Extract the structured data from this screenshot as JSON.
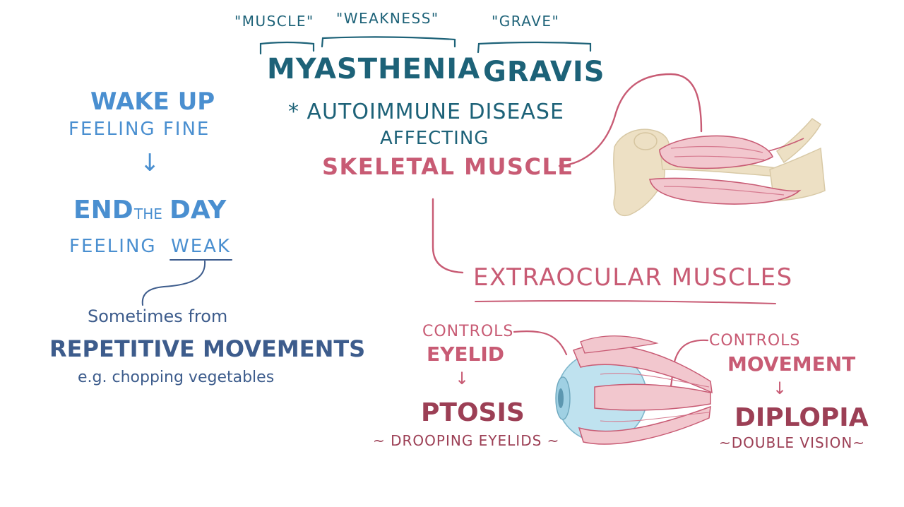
{
  "colors": {
    "teal": "#1d6278",
    "blue": "#4a8fd0",
    "navy": "#3d5c8c",
    "rose": "#c85b74",
    "wine": "#9c3f55",
    "bone": "#ede0c4",
    "muscle": "#f2c7ce",
    "eye": "#bfe2ef"
  },
  "etymology": {
    "muscle": "\"MUSCLE\"",
    "weakness": "\"WEAKNESS\"",
    "grave": "\"GRAVE\""
  },
  "title": {
    "myasthenia": "MYASTHENIA",
    "gravis": "GRAVIS"
  },
  "definition": {
    "line1": "* AUTOIMMUNE DISEASE",
    "line2": "AFFECTING",
    "line3": "SKELETAL MUSCLE"
  },
  "symptom_course": {
    "wake_up": "WAKE UP",
    "feeling_fine": "FEELING FINE",
    "arrow": "↓",
    "end_a": "END",
    "end_the": "THE",
    "end_day": "DAY",
    "feeling": "FEELING",
    "weak": "WEAK",
    "sometimes_from": "Sometimes from",
    "repetitive": "REPETITIVE MOVEMENTS",
    "example": "e.g. chopping vegetables"
  },
  "extraocular": {
    "heading": "EXTRAOCULAR MUSCLES",
    "left": {
      "controls": "CONTROLS",
      "target": "EYELID",
      "arrow": "↓",
      "result": "PTOSIS",
      "meaning": "~ DROOPING EYELIDS ~"
    },
    "right": {
      "controls": "CONTROLS",
      "target": "MOVEMENT",
      "arrow": "↓",
      "result": "DIPLOPIA",
      "meaning": "~DOUBLE VISION~"
    }
  }
}
